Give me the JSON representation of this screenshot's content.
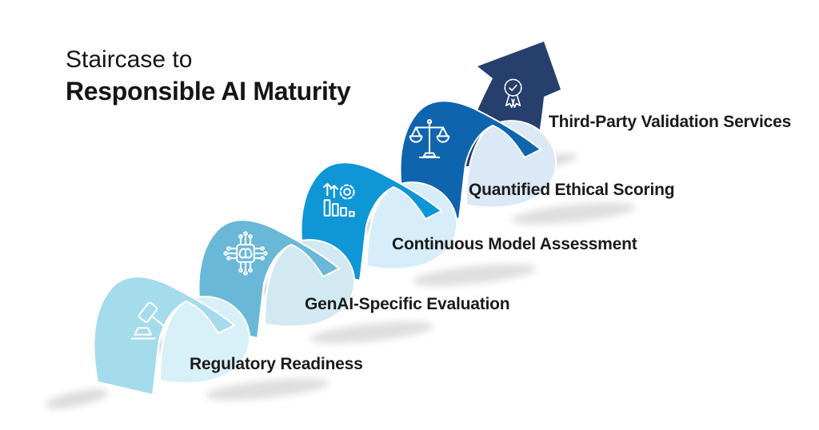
{
  "title": {
    "line1": "Staircase to",
    "line2": "Responsible AI Maturity"
  },
  "steps": [
    {
      "label": "Regulatory Readiness",
      "icon": "gavel-icon",
      "color": "#A4DCEC",
      "dome_color": "#D8F0F8"
    },
    {
      "label": "GenAI-Specific Evaluation",
      "icon": "ai-chip-icon",
      "color": "#69B8D8",
      "dome_color": "#D2E9F2"
    },
    {
      "label": "Continuous Model Assessment",
      "icon": "model-assessment-icon",
      "color": "#0F96D7",
      "dome_color": "#D7EDF9"
    },
    {
      "label": "Quantified Ethical Scoring",
      "icon": "scales-icon",
      "color": "#0F64AE",
      "dome_color": "#DAE9F5"
    },
    {
      "label": "Third-Party Validation Services",
      "icon": "award-badge-icon",
      "color": "#263F6C"
    }
  ],
  "colors": {
    "background": "#FFFFFF",
    "text": "#1B1B1B",
    "icon_stroke": "#FFFFFF",
    "shadow": "#8A8A8A"
  }
}
